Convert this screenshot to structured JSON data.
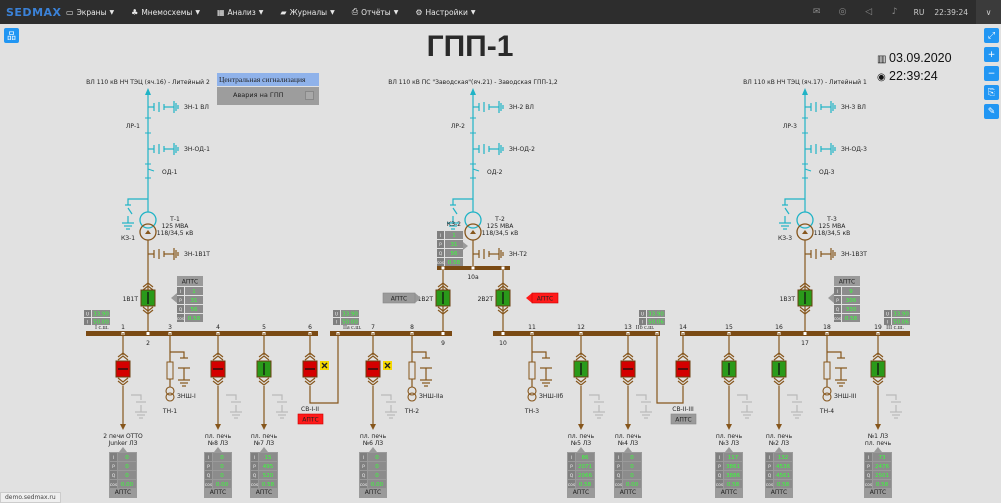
{
  "topbar": {
    "logo": "SEDMAX",
    "menu": [
      {
        "label": "Экраны",
        "icon": "monitor-icon"
      },
      {
        "label": "Мнемосхемы",
        "icon": "sitemap-icon"
      },
      {
        "label": "Анализ",
        "icon": "table-icon"
      },
      {
        "label": "Журналы",
        "icon": "folder-icon"
      },
      {
        "label": "Отчёты",
        "icon": "print-icon"
      },
      {
        "label": "Настройки",
        "icon": "gears-icon"
      }
    ],
    "icons": [
      "envelope-icon",
      "eye-slash-icon",
      "speaker-icon",
      "bell-icon"
    ],
    "lang": "RU",
    "time": "22:39:24"
  },
  "page": {
    "title": "ГПП-1",
    "date": "03.09.2020",
    "time": "22:39:24",
    "status_url": "demo.sedmax.ru"
  },
  "signal": {
    "header": "Центральная сигнализация",
    "item": "Авария на ГПП"
  },
  "colors": {
    "hv_line": "#1fb3c6",
    "lv_line": "#86561c",
    "bus": "#7a4a14",
    "closed": "#2a9a1a",
    "open": "#d40000",
    "alarm": "#ff1a1a"
  },
  "meas_labels": {
    "I": "I",
    "P": "P",
    "Q": "Q",
    "cos": "cos"
  },
  "transformers": [
    {
      "line": "ВЛ 110 кВ НЧ ТЭЦ (яч.16) - Литейный 2",
      "zn_vl": "ЗН-1 ВЛ",
      "lr": "ЛР-1",
      "zn_od": "ЗН-ОД-1",
      "od": "ОД-1",
      "kz": "КЗ-1",
      "name": "Т-1",
      "power": "125 МВА",
      "voltage": "118/34,5 кВ",
      "zn_t": "ЗН-1В1Т",
      "breakers": [
        {
          "name": "1В1Т",
          "state": "closed"
        }
      ],
      "aptc": "АПТС",
      "meas": {
        "I": "1",
        "P": "31",
        "Q": "56",
        "cos": "0.58"
      }
    },
    {
      "line": "ВЛ 110 кВ ПС \"Заводская\"(яч.21) - Заводская ГПП-1,2",
      "zn_vl": "ЗН-2 ВЛ",
      "lr": "ЛР-2",
      "zn_od": "ЗН-ОД-2",
      "od": "ОД-2",
      "kz": "КЗ-2",
      "name": "Т-2",
      "power": "125 МВА",
      "voltage": "118/34,5 кВ",
      "zn_t": "ЗН-Т2",
      "bus": "10а",
      "breakers": [
        {
          "name": "1В2Т",
          "state": "closed",
          "aptc": "АПТС",
          "aptc_state": "normal"
        },
        {
          "name": "2В2Т",
          "state": "closed",
          "aptc": "АПТС",
          "aptc_state": "alarm"
        }
      ],
      "meas": {
        "I": "1",
        "P": "31",
        "Q": "56",
        "cos": "0.58"
      }
    },
    {
      "line": "ВЛ 110 кВ НЧ ТЭЦ (яч.17) - Литейный 1",
      "zn_vl": "ЗН-3 ВЛ",
      "lr": "ЛР-3",
      "zn_od": "ЗН-ОД-3",
      "od": "ОД-3",
      "kz": "КЗ-3",
      "name": "Т-3",
      "power": "125 МВА",
      "voltage": "118/34,5 кВ",
      "zn_t": "ЗН-1В3Т",
      "breakers": [
        {
          "name": "1В3Т",
          "state": "closed"
        }
      ],
      "aptc": "АПТС",
      "meas": {
        "I": "9",
        "P": "306",
        "Q": "330",
        "cos": "0.58"
      }
    }
  ],
  "buses": [
    {
      "name": "I с.ш.",
      "U": "33.90",
      "I": "50.00"
    },
    {
      "name": "IIa с.ш.",
      "U": "33.90",
      "I": "50.00"
    },
    {
      "name": "IIб с.ш.",
      "U": "33.90",
      "I": "50.06"
    },
    {
      "name": "III с.ш.",
      "U": "33.90",
      "I": "50.06"
    }
  ],
  "nodes": [
    "1",
    "2",
    "3",
    "4",
    "5",
    "6",
    "7",
    "8",
    "9",
    "10",
    "11",
    "12",
    "13",
    "14",
    "15",
    "16",
    "17",
    "18",
    "19"
  ],
  "feeders": [
    {
      "node": "1",
      "type": "line",
      "state": "open",
      "label": [
        "2 печи ОТТО",
        "Junker ЛЗ"
      ],
      "meas": {
        "I": "0",
        "P": "0",
        "Q": "0",
        "cos": "0.00"
      },
      "aptc": "АПТС"
    },
    {
      "node": "3",
      "type": "tn",
      "zn": "ЗНШ-I",
      "tn": "ТН-1"
    },
    {
      "node": "4",
      "type": "line",
      "state": "open",
      "label": [
        "пл. печь",
        "№8 ЛЗ"
      ],
      "meas": {
        "I": "0",
        "P": "0",
        "Q": "0",
        "cos": "0.00"
      },
      "aptc": "АПТС"
    },
    {
      "node": "5",
      "type": "line",
      "state": "closed",
      "label": [
        "пл. печь",
        "№7 ЛЗ"
      ],
      "meas": {
        "I": "15",
        "P": "495",
        "Q": "520",
        "cos": "0.58"
      },
      "aptc": "АПТС"
    },
    {
      "node": "6",
      "type": "section",
      "state": "open",
      "warning": true,
      "name": "СВ-I-II",
      "aptc": "АПТС",
      "aptc_state": "alarm"
    },
    {
      "node": "7",
      "type": "line",
      "state": "open",
      "warning": true,
      "label": [
        "пл. печь",
        "№6 ЛЗ"
      ],
      "meas": {
        "I": "0",
        "P": "0",
        "Q": "0",
        "cos": "0.00"
      },
      "aptc": "АПТС"
    },
    {
      "node": "8",
      "type": "tn",
      "zn": "ЗНШ-IIa",
      "tn": "ТН-2"
    },
    {
      "node": "11",
      "type": "tn",
      "zn": "ЗНШ-IIб",
      "tn": "ТН-3"
    },
    {
      "node": "12",
      "type": "line",
      "state": "closed",
      "label": [
        "пл. печь",
        "№5 ЛЗ"
      ],
      "meas": {
        "I": "86",
        "P": "2071",
        "Q": "2066",
        "cos": "0.58"
      },
      "aptc": "АПТС"
    },
    {
      "node": "13",
      "type": "line",
      "state": "open",
      "label": [
        "пл. печь",
        "№4 ЛЗ"
      ],
      "meas": {
        "I": "0",
        "P": "0",
        "Q": "0",
        "cos": "0.00"
      },
      "aptc": "АПТС"
    },
    {
      "node": "14",
      "type": "section",
      "state": "open",
      "name": "СВ-II-III",
      "aptc": "АПТС",
      "aptc_state": "normal"
    },
    {
      "node": "15",
      "type": "line",
      "state": "closed",
      "label": [
        "пл. печь",
        "№3 ЛЗ"
      ],
      "meas": {
        "I": "117",
        "P": "3861",
        "Q": "3886",
        "cos": "0.58"
      },
      "aptc": "АПТС"
    },
    {
      "node": "16",
      "type": "line",
      "state": "closed",
      "label": [
        "пл. печь",
        "№2 ЛЗ"
      ],
      "meas": {
        "I": "132",
        "P": "4536",
        "Q": "4561",
        "cos": "0.58"
      },
      "aptc": "АПТС"
    },
    {
      "node": "18",
      "type": "tn",
      "zn": "ЗНШ-III",
      "tn": "ТН-4"
    },
    {
      "node": "19",
      "type": "line",
      "state": "closed",
      "label": [
        "№1 ЛЗ",
        "пл. печь"
      ],
      "meas": {
        "I": "73",
        "P": "2476",
        "Q": "2501",
        "cos": "0.58"
      },
      "aptc": "АПТС"
    }
  ],
  "tools": {
    "left": "schema-icon",
    "right": [
      "expand-icon",
      "zoom-in-icon",
      "zoom-out-icon",
      "exit-icon",
      "edit-icon"
    ]
  }
}
